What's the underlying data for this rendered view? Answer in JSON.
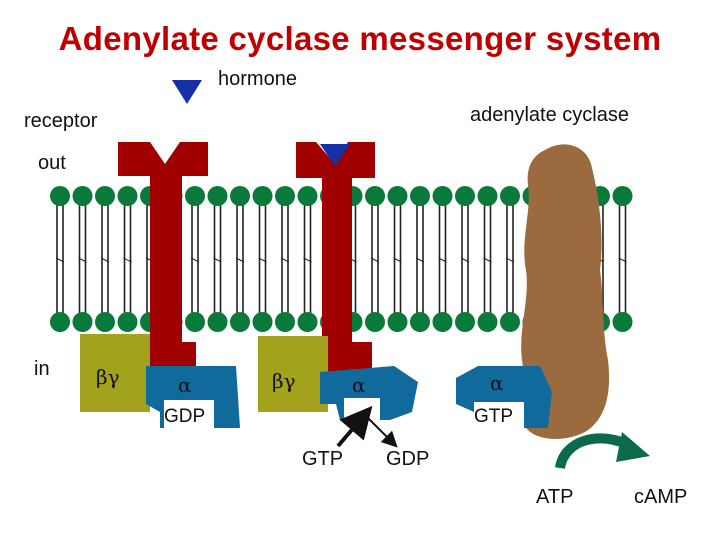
{
  "title": "Adenylate cyclase messenger system",
  "labels": {
    "hormone": "hormone",
    "receptor": "receptor",
    "out": "out",
    "in": "in",
    "adenylate_cyclase": "adenylate cyclase",
    "atp": "ATP",
    "camp": "cAMP",
    "gtp_free": "GTP",
    "gdp_free": "GDP"
  },
  "g_protein_1": {
    "beta_gamma": "βγ",
    "alpha": "α",
    "nucleotide": "GDP"
  },
  "g_protein_2": {
    "beta_gamma": "βγ",
    "alpha": "α"
  },
  "g_protein_3": {
    "alpha": "α",
    "nucleotide": "GTP"
  },
  "colors": {
    "title": "#c00000",
    "receptor": "#a00000",
    "alpha_subunit": "#106a9c",
    "beta_gamma_subunit": "#a3a21d",
    "adenylate_cyclase": "#9b6a3e",
    "hormone": "#1630a8",
    "lipid_head": "#0a7a3a",
    "curved_arrow": "#0a6a4a"
  }
}
